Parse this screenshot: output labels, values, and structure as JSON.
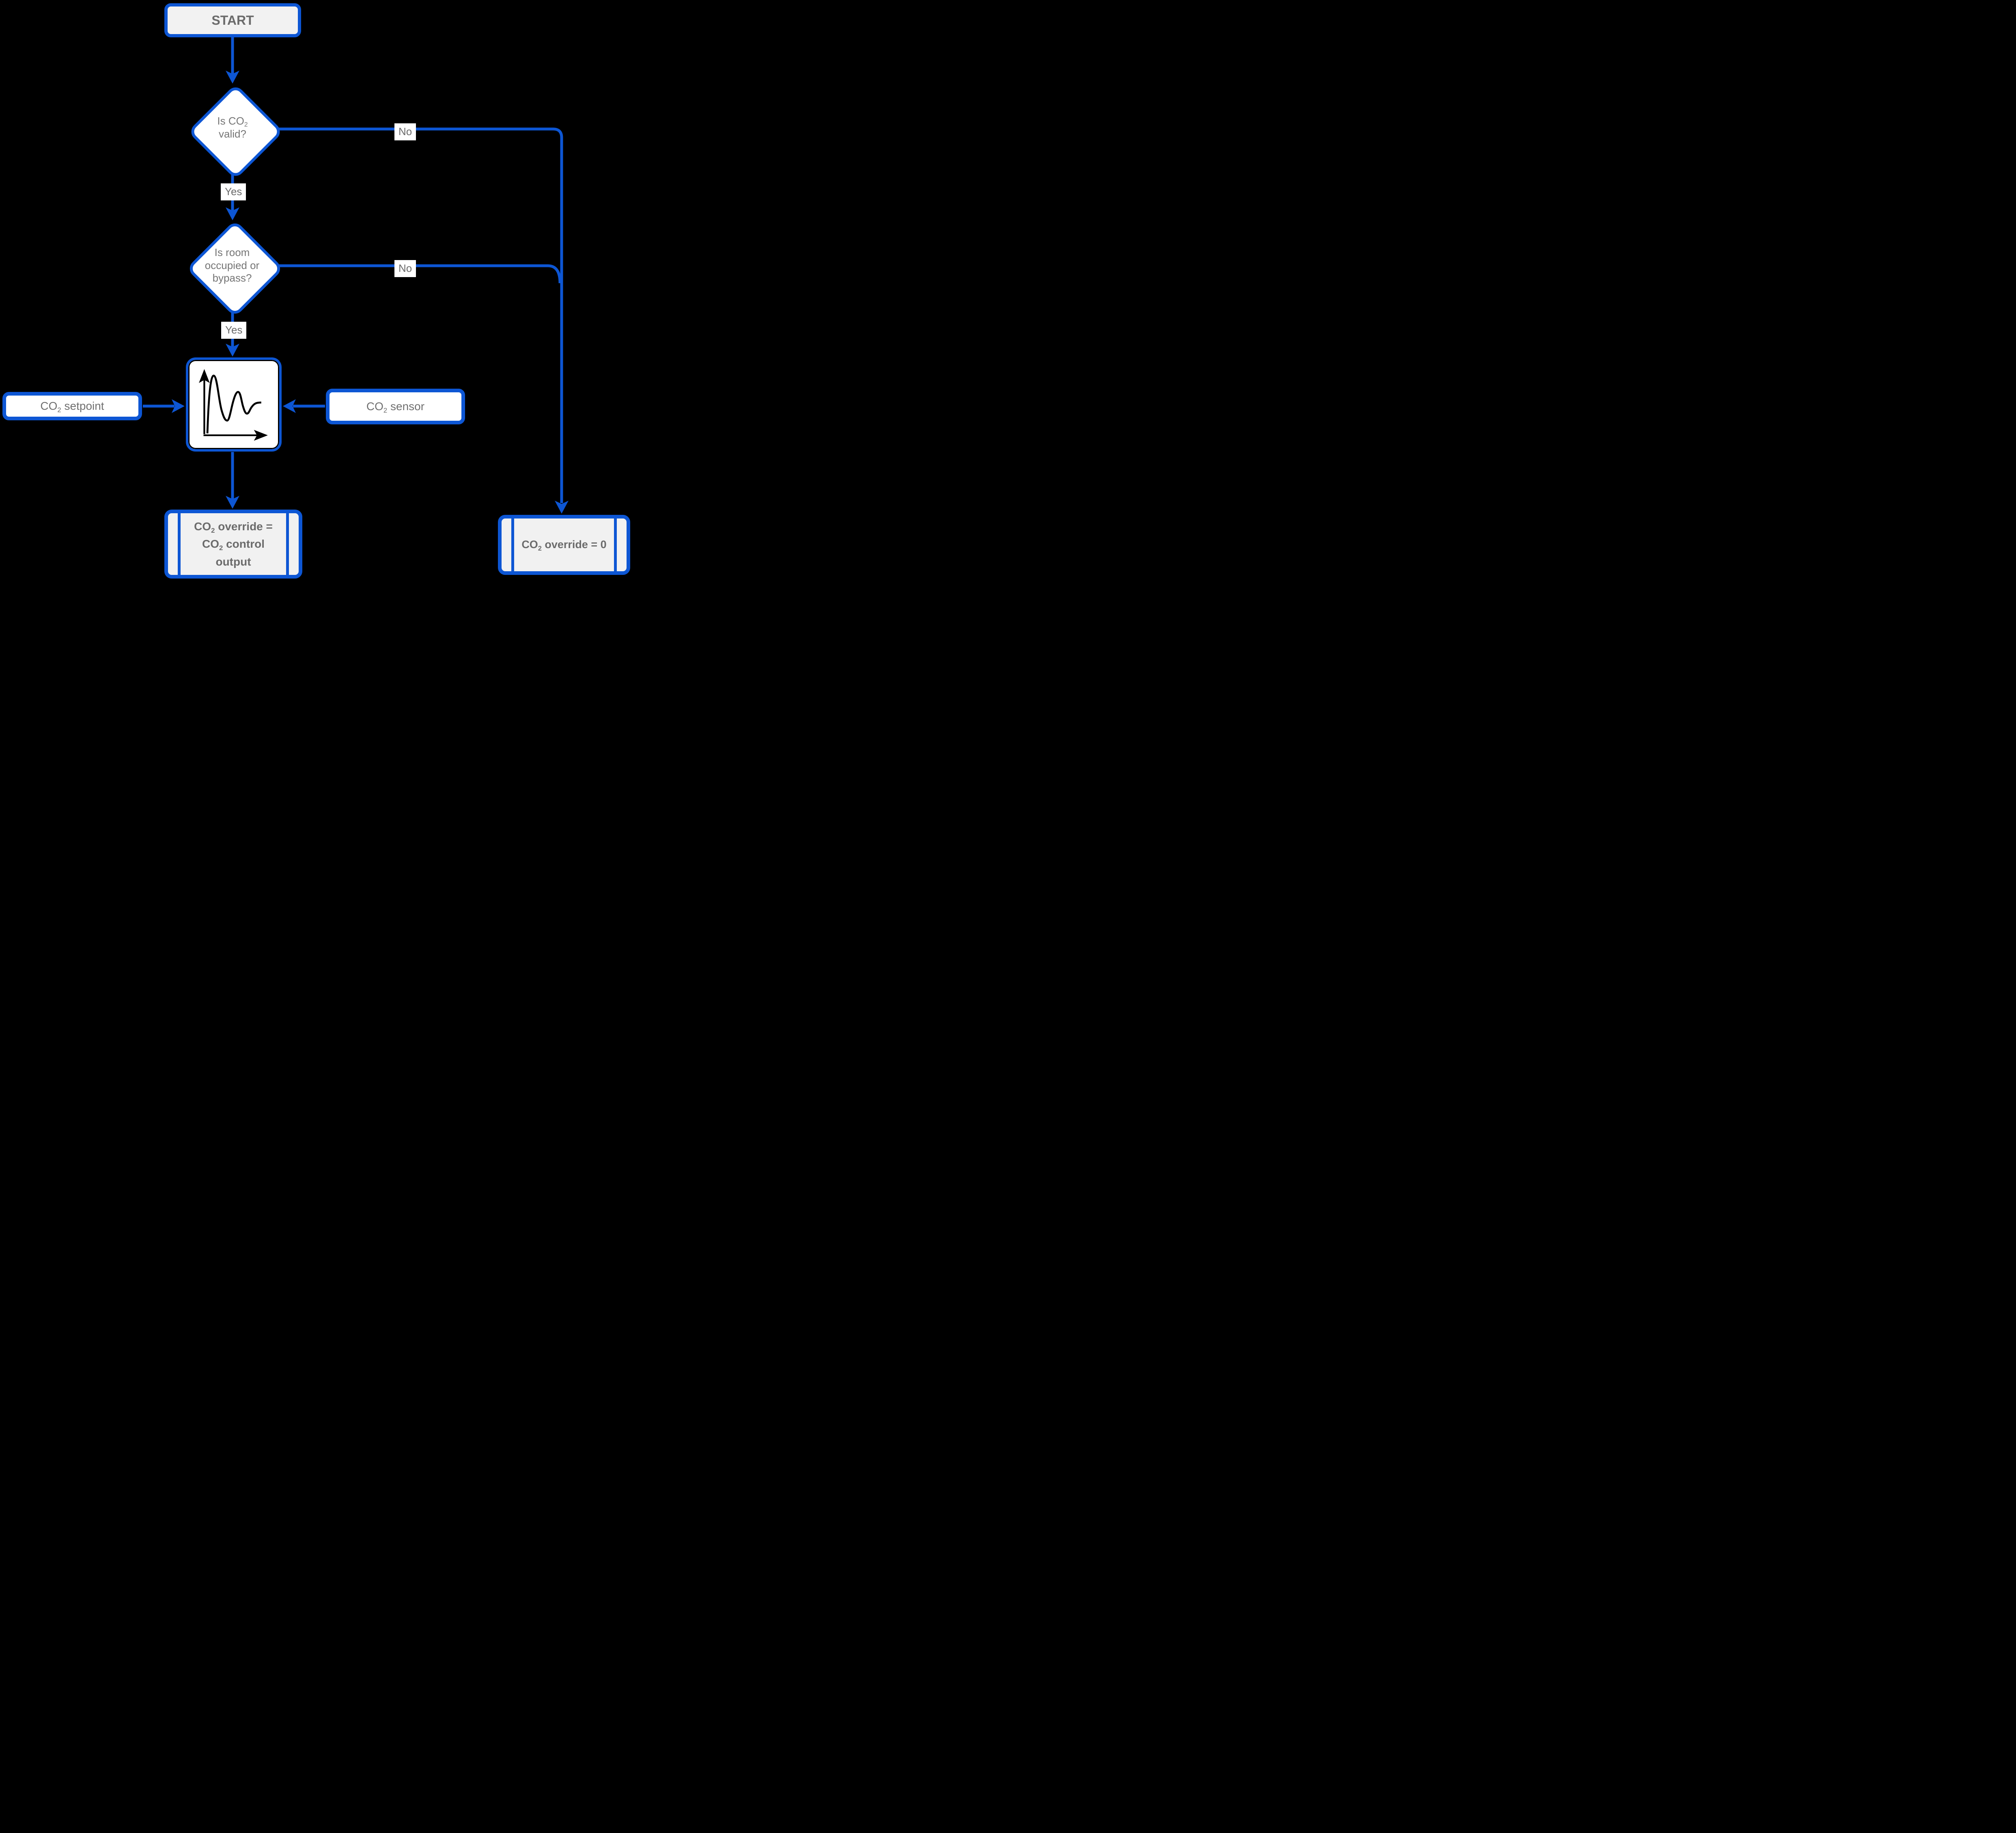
{
  "meta": {
    "description": "Flowchart of CO2 override control logic",
    "background_color": "#000000"
  },
  "colors": {
    "accent_blue": "#0d56d4",
    "terminator_fill": "#f2f2f2",
    "decision_fill": "#ffffff",
    "io_fill": "#ffffff",
    "predefined_fill": "#f1f1f1",
    "text_gray": "#6b6b6b",
    "icon_black": "#000000",
    "edge_label_bg": "#ffffff"
  },
  "nodes": {
    "start": {
      "label": "START"
    },
    "decision1": {
      "pre": "Is CO",
      "sub": "2",
      "post": " valid?"
    },
    "decision2": {
      "text": "Is room occupied or bypass?"
    },
    "pid_chart": {
      "icon_name": "pid-response-curve-icon"
    },
    "setpoint": {
      "pre": "CO",
      "sub": "2",
      "post": " setpoint"
    },
    "sensor": {
      "pre": "CO",
      "sub": "2",
      "post": " sensor"
    },
    "output_assign": {
      "p1": "CO",
      "s1": "2",
      "p2": " override = CO",
      "s2": "2",
      "p3": " control output"
    },
    "override_zero": {
      "p1": "CO",
      "s1": "2",
      "p2": " override = 0"
    }
  },
  "edge_labels": {
    "no1": "No",
    "no2": "No",
    "yes1": "Yes",
    "yes2": "Yes"
  }
}
